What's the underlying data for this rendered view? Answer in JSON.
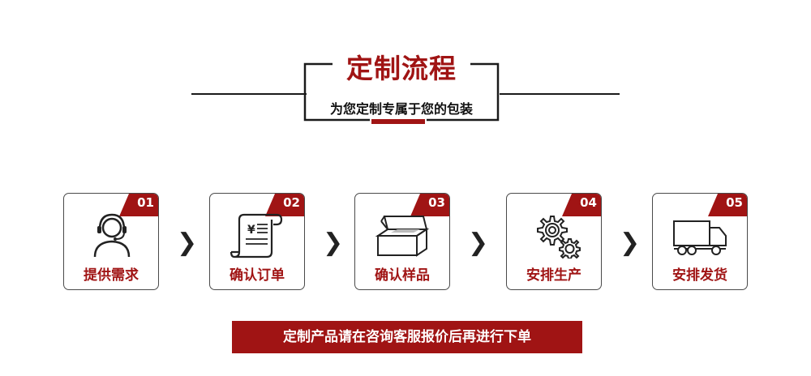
{
  "header": {
    "title": "定制流程",
    "subtitle": "为您定制专属于您的包装"
  },
  "steps": [
    {
      "num": "01",
      "label": "提供需求",
      "icon": "headset-icon"
    },
    {
      "num": "02",
      "label": "确认订单",
      "icon": "invoice-scroll-icon"
    },
    {
      "num": "03",
      "label": "确认样品",
      "icon": "open-box-icon"
    },
    {
      "num": "04",
      "label": "安排生产",
      "icon": "gears-icon"
    },
    {
      "num": "05",
      "label": "安排发货",
      "icon": "truck-icon"
    }
  ],
  "arrow_glyph": "❯",
  "currency_symbol": "¥",
  "footer": {
    "banner_text": "定制产品请在咨询客服报价后再进行下单"
  },
  "colors": {
    "accent": "#a01414",
    "text": "#111111",
    "border": "#4a4a4a"
  }
}
